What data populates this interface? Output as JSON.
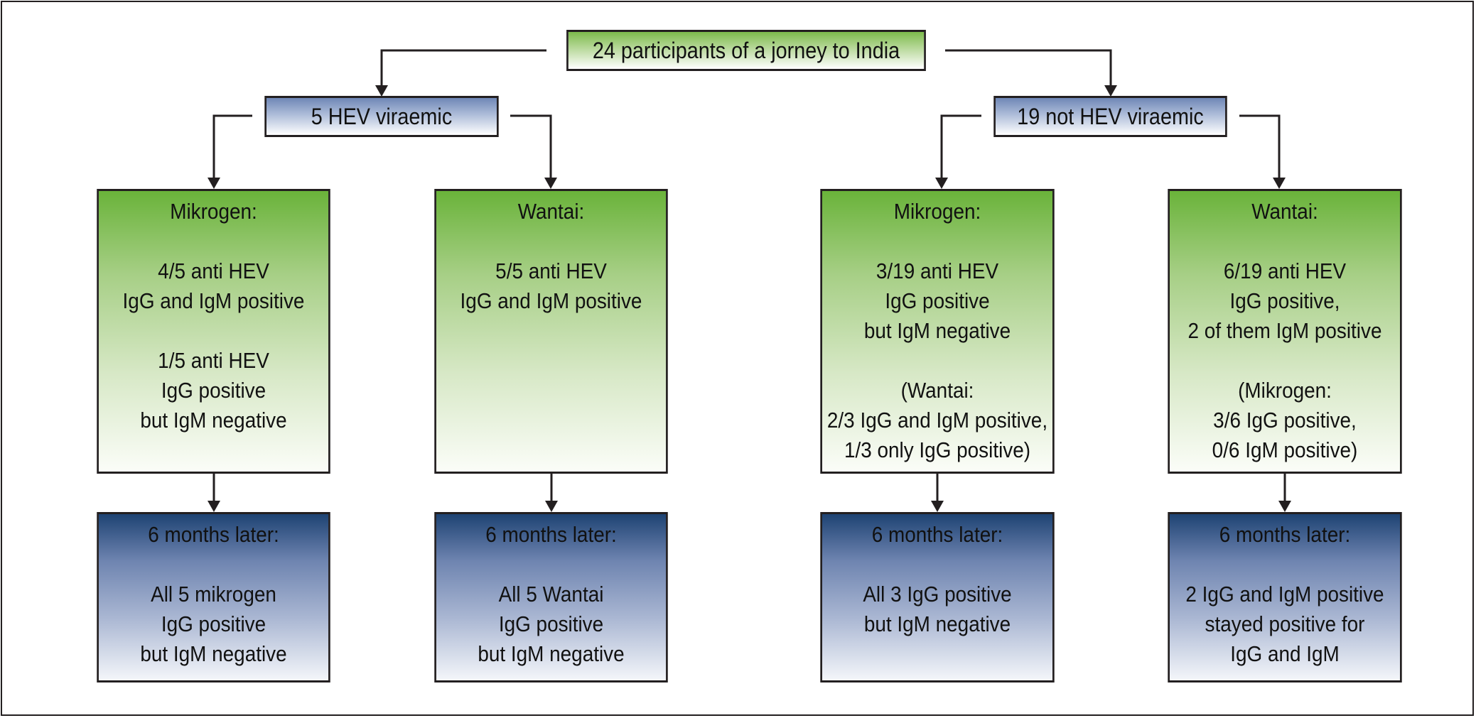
{
  "root": {
    "label": "24 participants of a jorney to India"
  },
  "groups": [
    {
      "label": "5 HEV viraemic",
      "tests": [
        {
          "lines": [
            "Mikrogen:",
            "",
            "4/5 anti HEV",
            "IgG and IgM positive",
            "",
            "1/5 anti HEV",
            "IgG positive",
            "but IgM negative"
          ],
          "followup": [
            "6 months later:",
            "",
            "All 5 mikrogen",
            "IgG positive",
            "but IgM negative"
          ]
        },
        {
          "lines": [
            "Wantai:",
            "",
            "5/5 anti HEV",
            "IgG and IgM positive"
          ],
          "followup": [
            "6 months later:",
            "",
            "All 5 Wantai",
            "IgG positive",
            "but IgM negative"
          ]
        }
      ]
    },
    {
      "label": "19 not HEV viraemic",
      "tests": [
        {
          "lines": [
            "Mikrogen:",
            "",
            "3/19 anti HEV",
            "IgG positive",
            "but IgM negative",
            "",
            "(Wantai:",
            "2/3 IgG and IgM positive,",
            "1/3 only IgG positive)"
          ],
          "followup": [
            "6 months later:",
            "",
            "All 3 IgG positive",
            "but IgM negative"
          ]
        },
        {
          "lines": [
            "Wantai:",
            "",
            "6/19 anti HEV",
            "IgG positive,",
            "2 of them IgM positive",
            "",
            "(Mikrogen:",
            "3/6 IgG positive,",
            "0/6 IgM positive)"
          ],
          "followup": [
            "6 months later:",
            "",
            "2 IgG and IgM positive",
            "stayed positive for",
            "IgG and IgM"
          ]
        }
      ]
    }
  ]
}
